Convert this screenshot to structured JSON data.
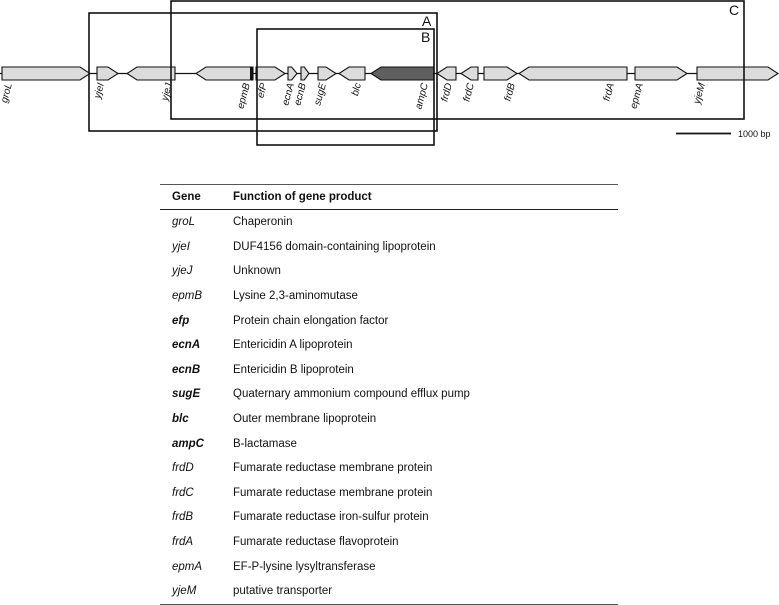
{
  "genes": [
    {
      "name": "groL",
      "color": "#dcdcdc"
    },
    {
      "name": "yjeI",
      "color": "#dcdcdc"
    },
    {
      "name": "yjeJ",
      "color": "#dcdcdc"
    },
    {
      "name": "epmB",
      "color": "#dcdcdc"
    },
    {
      "name": "efP",
      "color": "#dcdcdc"
    },
    {
      "name": "ecnA",
      "color": "#dcdcdc"
    },
    {
      "name": "ecnB",
      "color": "#dcdcdc"
    },
    {
      "name": "sugE",
      "color": "#dcdcdc"
    },
    {
      "name": "blc",
      "color": "#dcdcdc"
    },
    {
      "name": "ampC",
      "color": "#5f5f5f"
    },
    {
      "name": "frdD",
      "color": "#dcdcdc"
    },
    {
      "name": "frdC",
      "color": "#dcdcdc"
    },
    {
      "name": "frdB",
      "color": "#dcdcdc"
    },
    {
      "name": "frdA",
      "color": "#dcdcdc"
    },
    {
      "name": "epmA",
      "color": "#dcdcdc"
    },
    {
      "name": "yjeM",
      "color": "#dcdcdc"
    }
  ],
  "regions": {
    "a": "A",
    "b": "B",
    "c": "C"
  },
  "scale_bar": {
    "label": "1000 bp"
  },
  "table": {
    "headers": {
      "gene": "Gene",
      "function": "Function of gene product"
    },
    "rows": [
      {
        "gene": "groL",
        "bold": false,
        "function": "Chaperonin"
      },
      {
        "gene": "yjeI",
        "bold": false,
        "function": "DUF4156 domain-containing lipoprotein"
      },
      {
        "gene": "yjeJ",
        "bold": false,
        "function": "Unknown"
      },
      {
        "gene": "epmB",
        "bold": false,
        "function": "Lysine 2,3-aminomutase"
      },
      {
        "gene": "efp",
        "bold": true,
        "function": "Protein chain elongation factor"
      },
      {
        "gene": "ecnA",
        "bold": true,
        "function": "Entericidin A lipoprotein"
      },
      {
        "gene": "ecnB",
        "bold": true,
        "function": "Entericidin B lipoprotein"
      },
      {
        "gene": "sugE",
        "bold": true,
        "function": "Quaternary ammonium compound efflux pump"
      },
      {
        "gene": "blc",
        "bold": true,
        "function": "Outer membrane lipoprotein"
      },
      {
        "gene": "ampC",
        "bold": true,
        "function": "B-lactamase"
      },
      {
        "gene": "frdD",
        "bold": false,
        "function": "Fumarate reductase membrane protein"
      },
      {
        "gene": "frdC",
        "bold": false,
        "function": "Fumarate reductase membrane protein"
      },
      {
        "gene": "frdB",
        "bold": false,
        "function": "Fumarate reductase iron-sulfur protein"
      },
      {
        "gene": "frdA",
        "bold": false,
        "function": "Fumarate reductase flavoprotein"
      },
      {
        "gene": "epmA",
        "bold": false,
        "function": "EF-P-lysine lysyltransferase"
      },
      {
        "gene": "yjeM",
        "bold": false,
        "function": "putative transporter"
      }
    ]
  }
}
